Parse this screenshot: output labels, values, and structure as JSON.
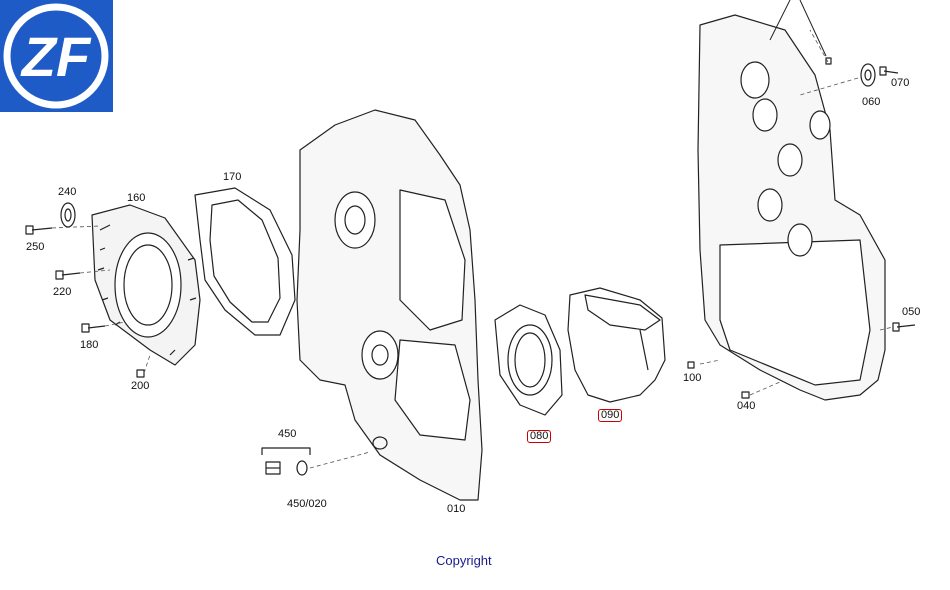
{
  "logo": {
    "text": "ZF",
    "color": "#1e5bc6"
  },
  "parts": {
    "p010": "010",
    "p040": "040",
    "p050": "050",
    "p060": "060",
    "p070": "070",
    "p080": "080",
    "p090": "090",
    "p100": "100",
    "p160": "160",
    "p170": "170",
    "p180": "180",
    "p200": "200",
    "p220": "220",
    "p240": "240",
    "p250": "250",
    "p450": "450",
    "p450_020": "450/020"
  },
  "highlighted_parts": [
    "080",
    "090"
  ],
  "footer": {
    "copyright": "Copyright"
  }
}
